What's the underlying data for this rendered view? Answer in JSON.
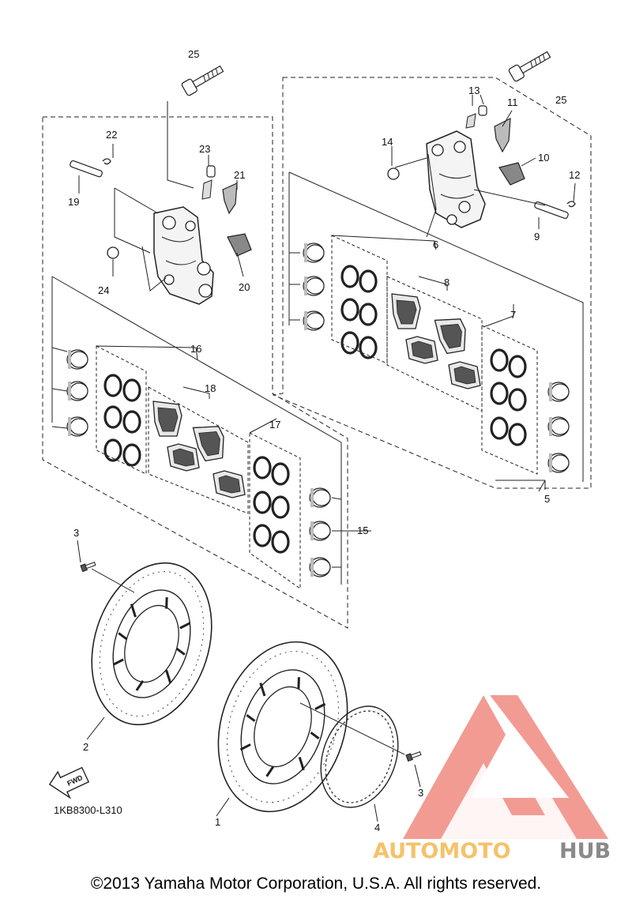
{
  "callouts": [
    "1",
    "2",
    "3",
    "3",
    "4",
    "5",
    "6",
    "7",
    "8",
    "9",
    "10",
    "11",
    "12",
    "13",
    "14",
    "15",
    "16",
    "17",
    "18",
    "19",
    "20",
    "21",
    "22",
    "23",
    "24",
    "25",
    "25"
  ],
  "fwd_label": "FWD",
  "drawing_code": "1KB8300-L310",
  "copyright": "©2013 Yamaha Motor Corporation, U.S.A. All rights reserved.",
  "watermark": {
    "part1": "AUTOMOTO",
    "part2": "HUB"
  },
  "colors": {
    "line": "#222222",
    "watermark_red": "#f08a80",
    "watermark_orange": "#f5c26b",
    "watermark_gray": "#8a8a8a"
  }
}
